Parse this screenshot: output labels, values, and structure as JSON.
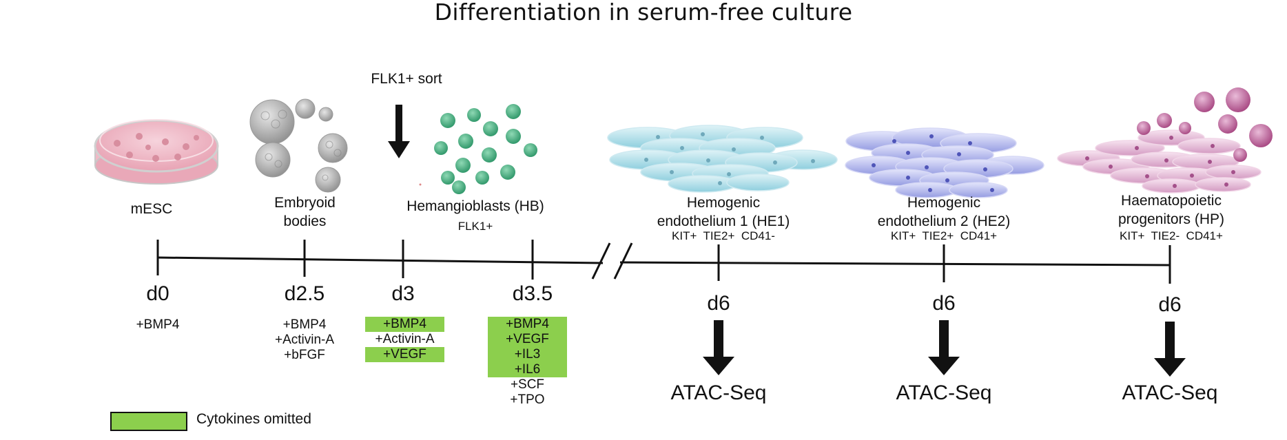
{
  "title": "Differentiation in serum-free culture",
  "sort_label": "FLK1+ sort",
  "colors": {
    "cytokine_omitted": "#8ccf4d",
    "he1": "#a9dde8",
    "he2": "#aeb3ea",
    "hp": "#e3b6d8",
    "hb": "#3aa877"
  },
  "stages": [
    {
      "name": "mESC",
      "markers": ""
    },
    {
      "name": "Embryoid bodies",
      "line1": "Embryoid",
      "line2": "bodies"
    },
    {
      "name": "Hemangioblasts (HB)",
      "markers": "FLK1+"
    },
    {
      "line1": "Hemogenic",
      "line2": "endothelium 1 (HE1)",
      "markers": "KIT+  TIE2+  CD41-"
    },
    {
      "line1": "Hemogenic",
      "line2": "endothelium 2 (HE2)",
      "markers": "KIT+  TIE2+  CD41+"
    },
    {
      "line1": "Haematopoietic",
      "line2": "progenitors (HP)",
      "markers": "KIT+  TIE2-  CD41+"
    }
  ],
  "timepoints": [
    "d0",
    "d2.5",
    "d3",
    "d3.5",
    "d6",
    "d6",
    "d6"
  ],
  "cytokines": {
    "d0": [
      {
        "text": "+BMP4",
        "omitted": false
      }
    ],
    "d2_5": [
      {
        "text": "+BMP4",
        "omitted": false
      },
      {
        "text": "+Activin-A",
        "omitted": false
      },
      {
        "text": "+bFGF",
        "omitted": false
      }
    ],
    "d3": [
      {
        "text": "+BMP4",
        "omitted": true
      },
      {
        "text": "+Activin-A",
        "omitted": false
      },
      {
        "text": "+VEGF",
        "omitted": true
      }
    ],
    "d3_5": [
      {
        "text": "+BMP4",
        "omitted": true
      },
      {
        "text": "+VEGF",
        "omitted": true
      },
      {
        "text": "+IL3",
        "omitted": true
      },
      {
        "text": "+IL6",
        "omitted": true
      },
      {
        "text": "+SCF",
        "omitted": false
      },
      {
        "text": "+TPO",
        "omitted": false
      }
    ]
  },
  "assay": "ATAC-Seq",
  "legend": {
    "label": "Cytokines omitted"
  }
}
